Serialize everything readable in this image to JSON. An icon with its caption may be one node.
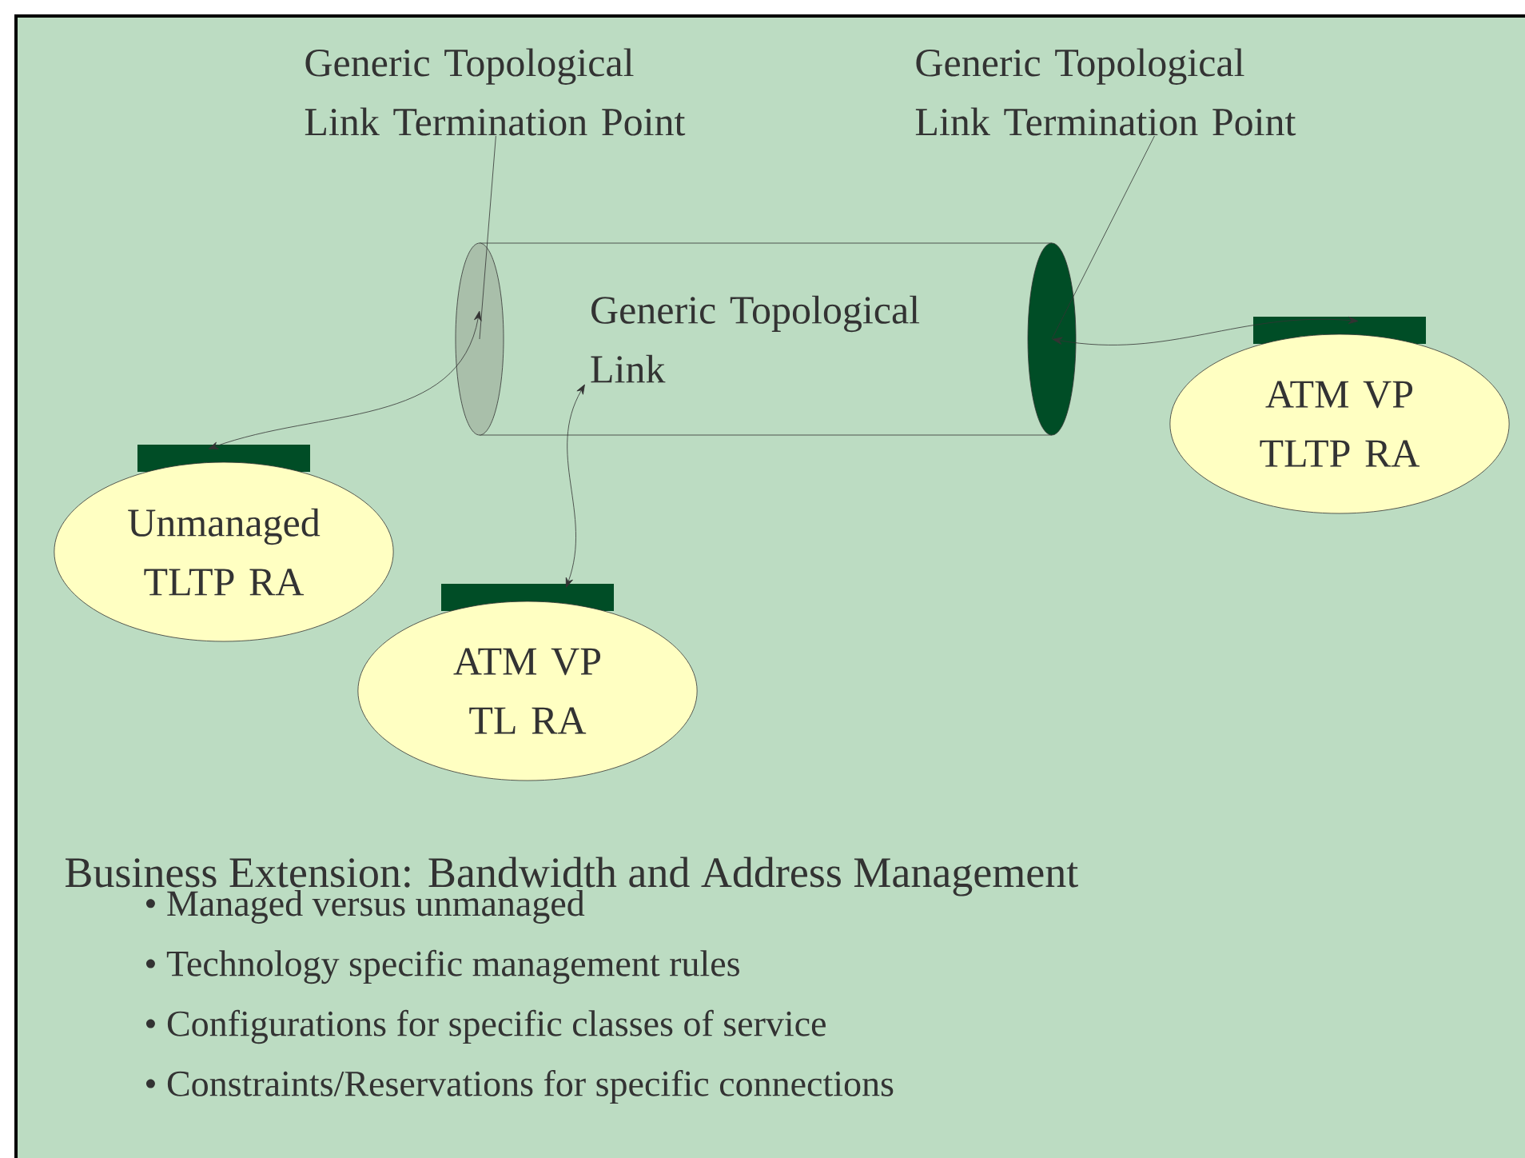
{
  "diagram": {
    "nodes": [
      {
        "text": [
          "Generic Topological Link Termination Point"
        ]
      },
      {
        "text": [
          "Generic Topological Link Termination Point"
        ]
      },
      {
        "text": [
          "Generic Topological Link"
        ]
      },
      {
        "text": [],
        "shape": "ellipse"
      },
      {
        "text": [],
        "shape": "ellipse"
      },
      {
        "text": [
          "Unmanaged TLTP RA"
        ]
      },
      {
        "text": [
          "ATM VP TL RA"
        ]
      },
      {
        "text": [
          "ATM VP TLTP RA"
        ]
      }
    ],
    "edges": [
      {
        "from": 0,
        "to": 3,
        "arrow": "none"
      },
      {
        "from": 1,
        "to": 4,
        "arrow": "none"
      },
      {
        "from": 3,
        "to": 5,
        "arrow": "both"
      },
      {
        "from": 2,
        "to": 6,
        "arrow": "both"
      },
      {
        "from": 4,
        "to": 7,
        "arrow": "both"
      }
    ],
    "labels": [
      "Business Extension: Bandwidth and Address Management",
      "• Managed versus unmanaged",
      "• Technology specific management rules",
      "• Configurations for specific classes of service",
      "• Constraints/Reservations for specific connections"
    ]
  }
}
